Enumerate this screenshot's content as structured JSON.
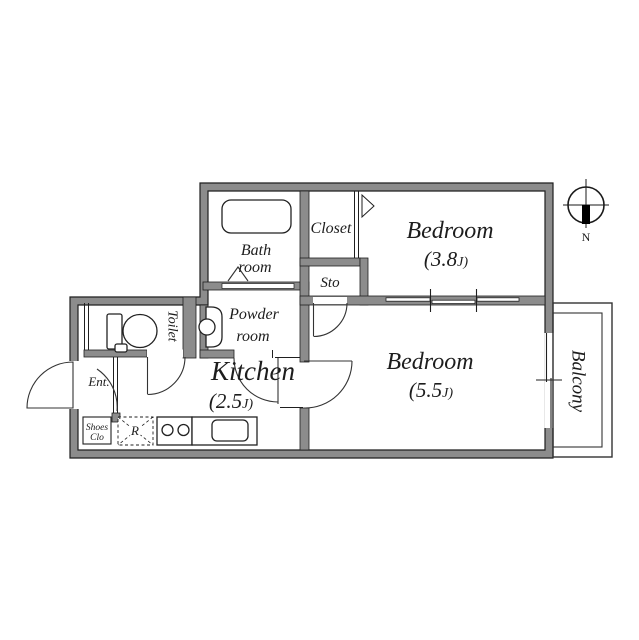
{
  "colors": {
    "wall": "#8c8c8c",
    "line": "#1f1f1f",
    "text": "#1d1d1d"
  },
  "rooms": {
    "bath": {
      "line1": "Bath",
      "line2": "room"
    },
    "closet": {
      "label": "Closet"
    },
    "storage": {
      "label": "Sto"
    },
    "bedroom_upper": {
      "label": "Bedroom",
      "area": "(3.8",
      "area_unit": "J)"
    },
    "bedroom_lower": {
      "label": "Bedroom",
      "area": "(5.5",
      "area_unit": "J)"
    },
    "powder": {
      "line1": "Powder",
      "line2": "room"
    },
    "toilet": {
      "label": "Toilet"
    },
    "kitchen": {
      "label": "Kitchen",
      "area": "(2.5",
      "area_unit": "J)"
    },
    "entrance": {
      "label": "Ent."
    },
    "shoes_closet": {
      "line1": "Shoes",
      "line2": "Clo"
    },
    "balcony": {
      "label": "Balcony"
    },
    "refrigerator": {
      "label": "R"
    }
  },
  "compass": {
    "label": "N"
  }
}
